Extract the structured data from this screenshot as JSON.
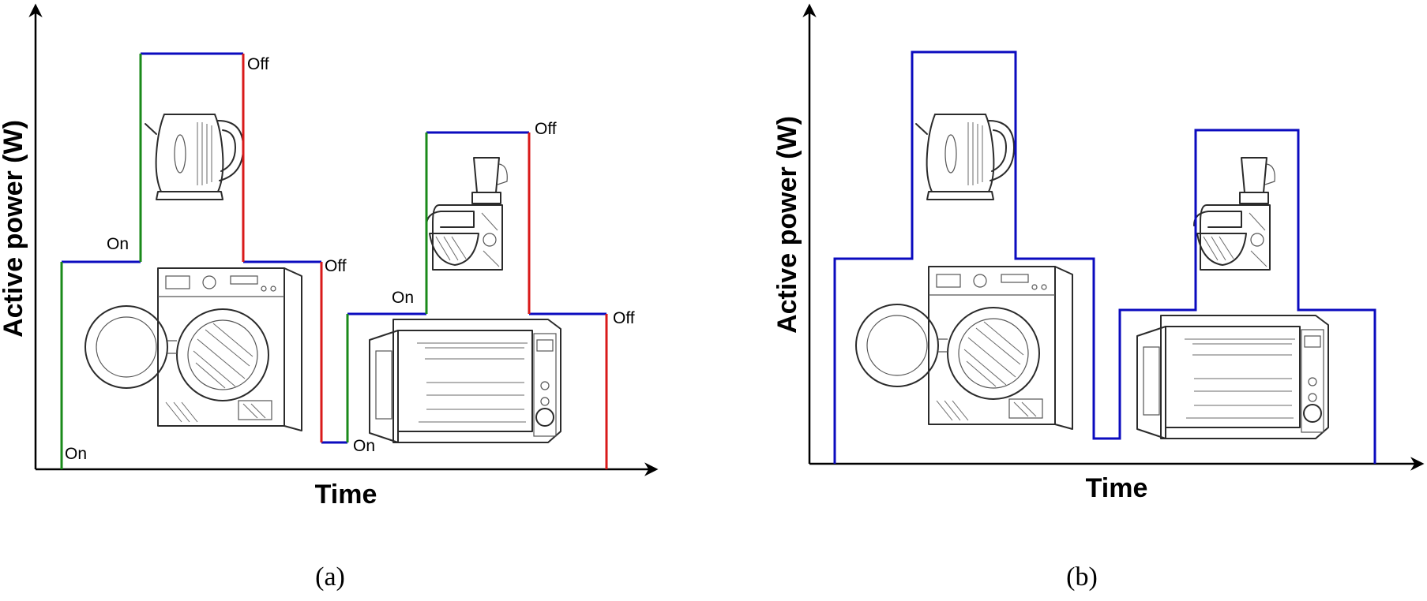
{
  "colors": {
    "level": "#0b0bbf",
    "on_edge": "#1a8a1a",
    "off_edge": "#d91a1a",
    "axis": "#000000"
  },
  "appliances": [
    {
      "name": "kettle",
      "icon": "kettle-icon"
    },
    {
      "name": "washing-machine",
      "icon": "washing-machine-icon"
    },
    {
      "name": "food-processor",
      "icon": "food-processor-icon"
    },
    {
      "name": "microwave",
      "icon": "microwave-icon"
    }
  ],
  "panel_a": {
    "ylabel": "Active power (W)",
    "xlabel": "Time",
    "caption": "(a)",
    "events": {
      "washer_on": "On",
      "kettle_on": "On",
      "kettle_off": "Off",
      "washer_off": "Off",
      "microwave_on": "On",
      "processor_on": "On",
      "processor_off": "Off",
      "microwave_off": "Off"
    }
  },
  "panel_b": {
    "ylabel": "Active power (W)",
    "xlabel": "Time",
    "caption": "(b)"
  }
}
